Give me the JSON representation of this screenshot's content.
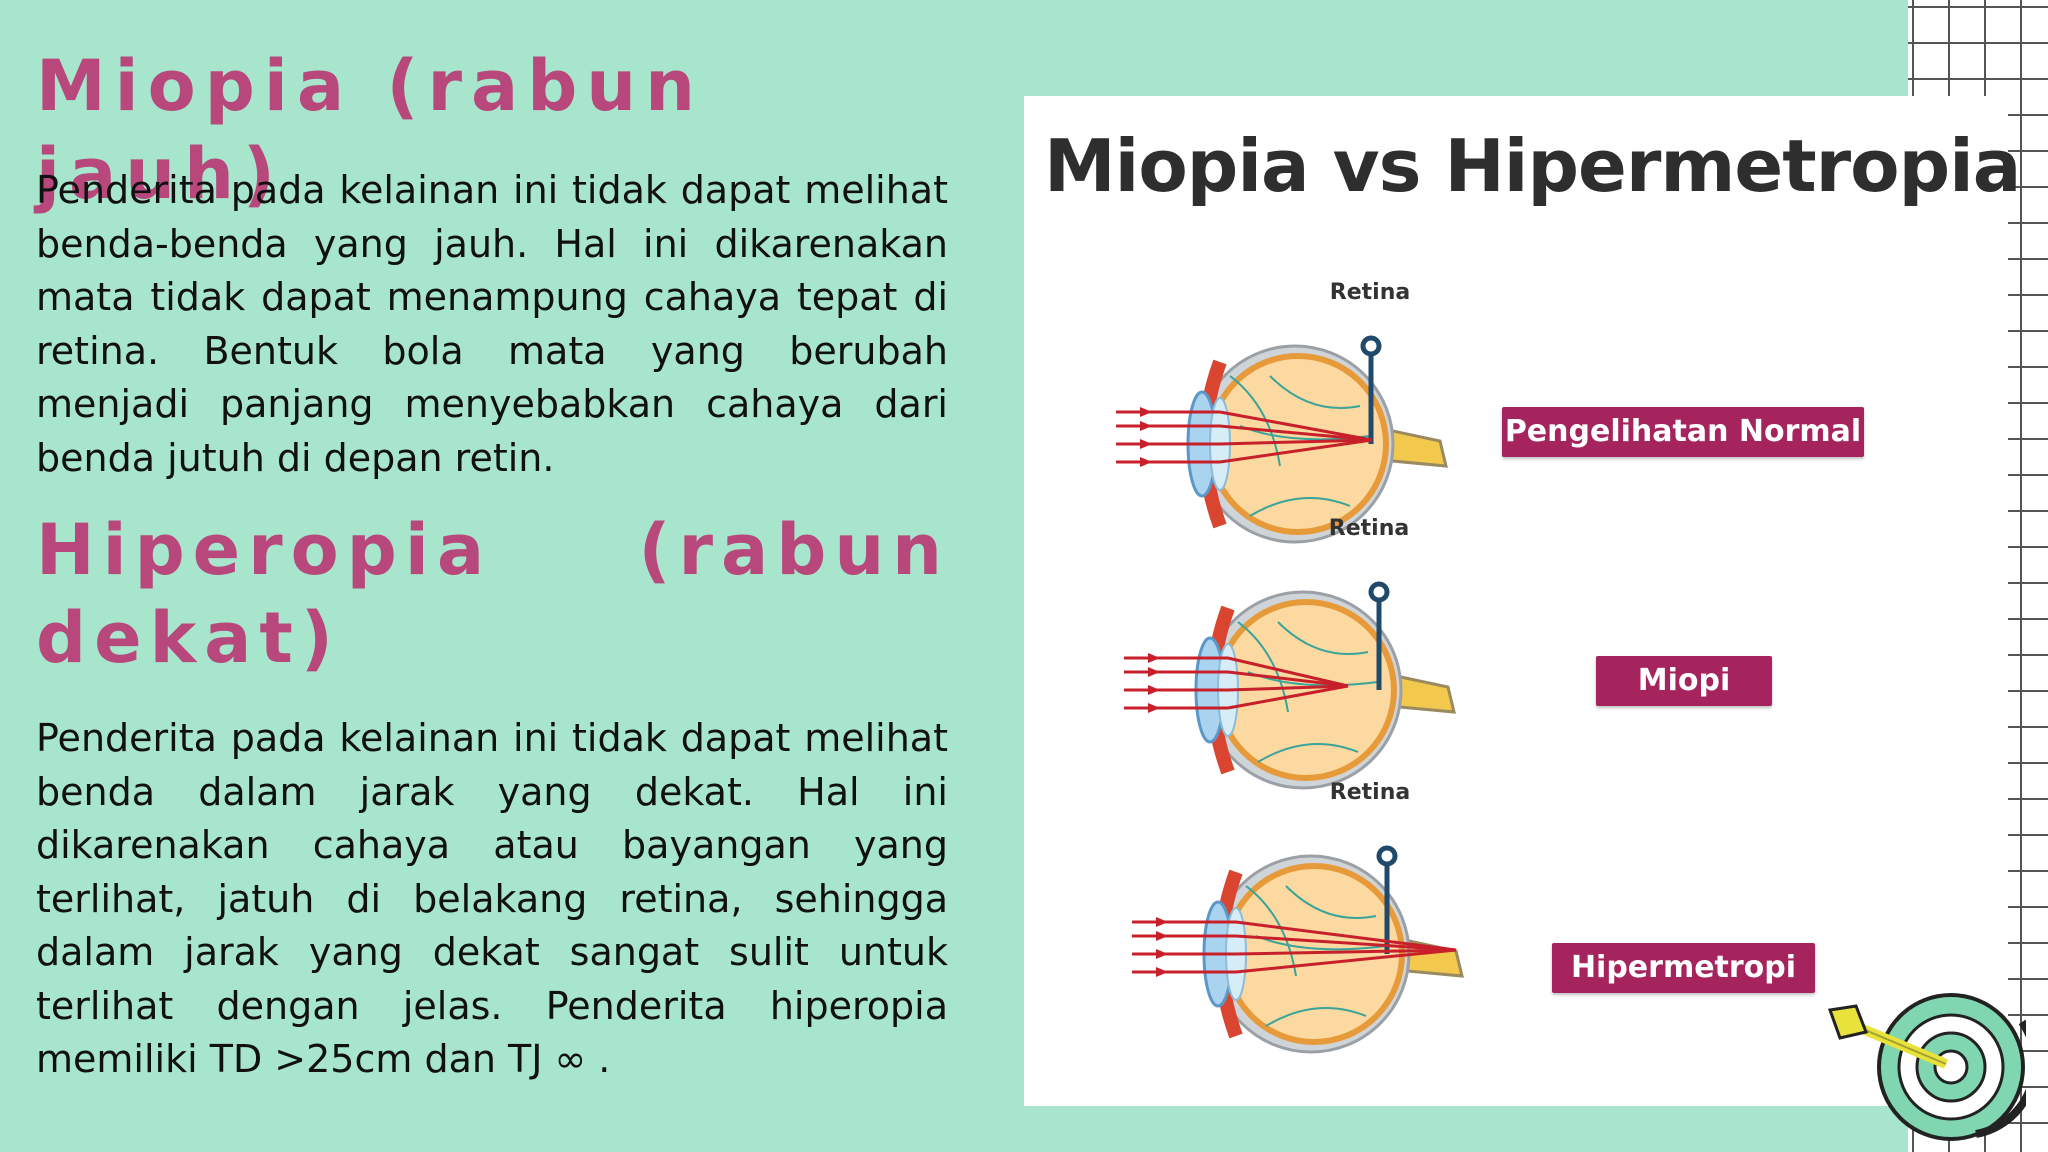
{
  "left": {
    "heading1": "Miopia (rabun jauh)",
    "paragraph1": "Penderita pada kelainan ini tidak dapat melihat benda-benda yang jauh. Hal ini dikarenakan mata tidak dapat menampung cahaya tepat di retina. Bentuk bola mata yang berubah menjadi panjang menyebabkan cahaya dari benda jutuh di depan retin.",
    "heading2_line1": "Hiperopia (rabun",
    "heading2_line2": "dekat)",
    "paragraph2": "Penderita pada kelainan ini tidak dapat melihat benda dalam jarak yang dekat. Hal ini dikarenakan cahaya atau bayangan yang terlihat, jatuh di belakang retina, sehingga dalam jarak yang dekat sangat sulit untuk terlihat dengan jelas. Penderita hiperopia memiliki TD >25cm dan TJ ∞ ."
  },
  "panel": {
    "title": "Miopia vs Hipermetropia",
    "diagrams": [
      {
        "retina_label": "Retina",
        "badge": "Pengelihatan Normal"
      },
      {
        "retina_label": "Retina",
        "badge": "Miopi"
      },
      {
        "retina_label": "Retina",
        "badge": "Hipermetropi"
      }
    ]
  },
  "colors": {
    "background": "#a7e6cc",
    "heading": "#b8487c",
    "badge": "#a6245e",
    "ray": "#c8202a"
  },
  "icons": [
    "eye-diagram-icon",
    "retina-pointer-icon",
    "dart-target-icon",
    "grid-paper-decoration"
  ]
}
